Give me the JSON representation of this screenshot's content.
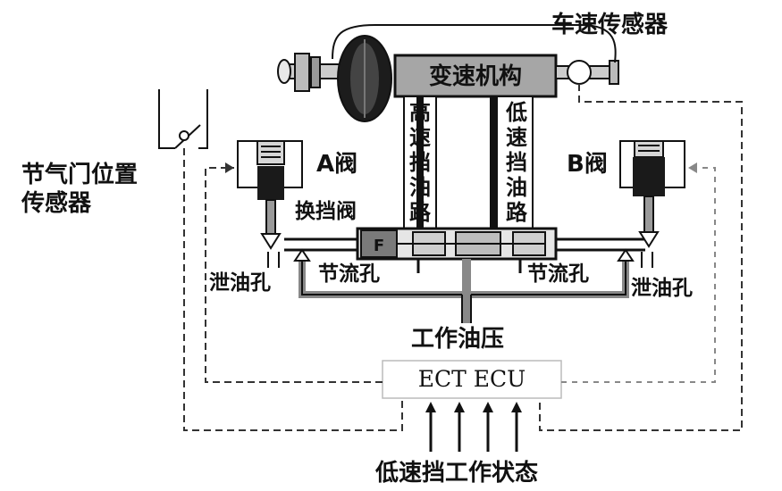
{
  "labels": {
    "vehicle_speed_sensor": "车速传感器",
    "transmission": "变速机构",
    "throttle_sensor_line1": "节气门位置",
    "throttle_sensor_line2": "传感器",
    "valve_a": "A阀",
    "valve_b": "B阀",
    "shift_valve": "换挡阀",
    "high_gear_oil_path": "高速挡油路",
    "low_gear_oil_path": "低速挡油路",
    "drain_left": "泄油孔",
    "drain_right": "泄油孔",
    "orifice_left": "节流孔",
    "orifice_right": "节流孔",
    "working_pressure": "工作油压",
    "ecu": "ECT ECU",
    "low_gear_state": "低速挡工作状态",
    "spool_mark": "F"
  },
  "colors": {
    "body_gray": "#a6a6a6",
    "dark": "#1a1a1a",
    "control_line": "#333333",
    "signal_line": "#888888"
  }
}
